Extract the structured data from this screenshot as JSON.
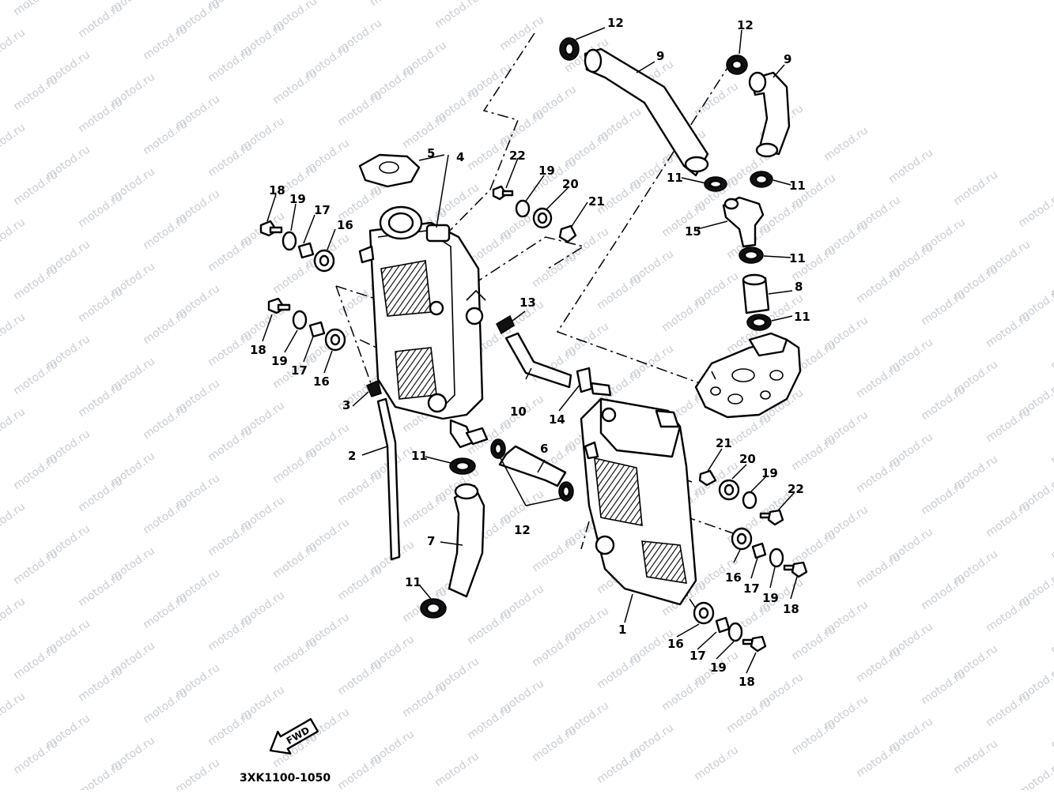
{
  "watermark": "motod.ru",
  "diagram_code": "3XK1100-1050",
  "fwd_label": "FWD",
  "parts": {
    "radiator_right": "1",
    "breather_hose": "2",
    "hose_clip": "3",
    "radiator_cap_stay": "4",
    "radiator_cap": "5",
    "joint_hose": "6",
    "lower_hose": "7",
    "joint_pipe": "8",
    "upper_hose": "9",
    "small_hose": "10",
    "hose_clamp": "11",
    "clamp": "12",
    "clip": "13",
    "fitting": "14",
    "elbow_joint": "15",
    "grommet": "16",
    "collar": "17",
    "bolt": "18",
    "washer": "19",
    "damper": "20",
    "nut": "21",
    "screw": "22"
  }
}
